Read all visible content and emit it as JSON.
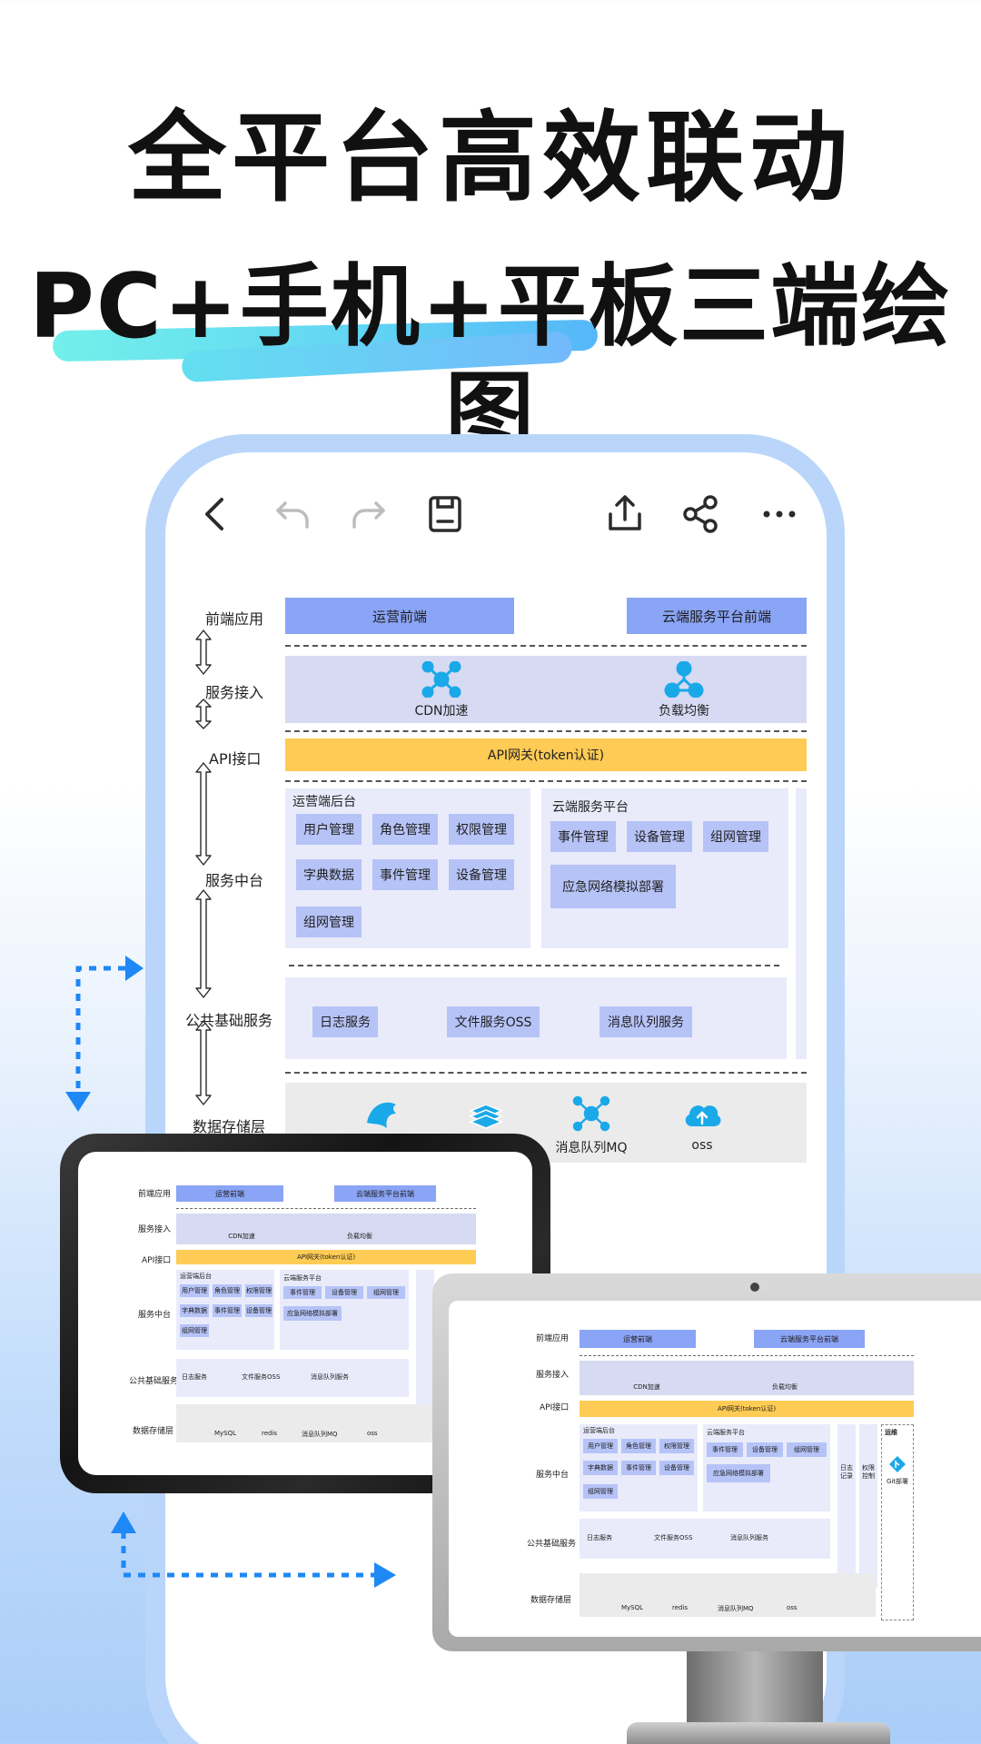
{
  "headline": {
    "line1": "全平台高效联动",
    "line2": "PC+手机+平板三端绘图"
  },
  "toolbar": {
    "icons": [
      "back-icon",
      "undo-icon",
      "redo-icon",
      "save-icon",
      "export-icon",
      "share-icon",
      "more-icon"
    ]
  },
  "diagram": {
    "layers": {
      "frontend": "前端应用",
      "access": "服务接入",
      "api": "API接口",
      "middle": "服务中台",
      "base": "公共基础服务",
      "storage": "数据存储层"
    },
    "frontend_boxes": [
      "运营前端",
      "云端服务平台前端"
    ],
    "access_items": [
      "CDN加速",
      "负载均衡"
    ],
    "api_gateway": "API网关(token认证)",
    "ops_backend": {
      "title": "运营端后台",
      "items": [
        "用户管理",
        "角色管理",
        "权限管理",
        "字典数据",
        "事件管理",
        "设备管理",
        "组网管理"
      ]
    },
    "cloud_platform": {
      "title": "云端服务平台",
      "items": [
        "事件管理",
        "设备管理",
        "组网管理",
        "应急网络模拟部署"
      ]
    },
    "base_services": [
      "日志服务",
      "文件服务OSS",
      "消息队列服务"
    ],
    "storage_items": [
      "MySQL",
      "redis",
      "消息队列MQ",
      "oss"
    ],
    "side_columns": [
      "日志记录",
      "权限控制"
    ],
    "ops_column": {
      "title": "运维",
      "item": "Git部署"
    }
  },
  "colors": {
    "accent_blue": "#8aa4f6",
    "gold": "#fecb54",
    "icon_teal": "#1aa9e8",
    "arrow_blue": "#1e88f5"
  }
}
